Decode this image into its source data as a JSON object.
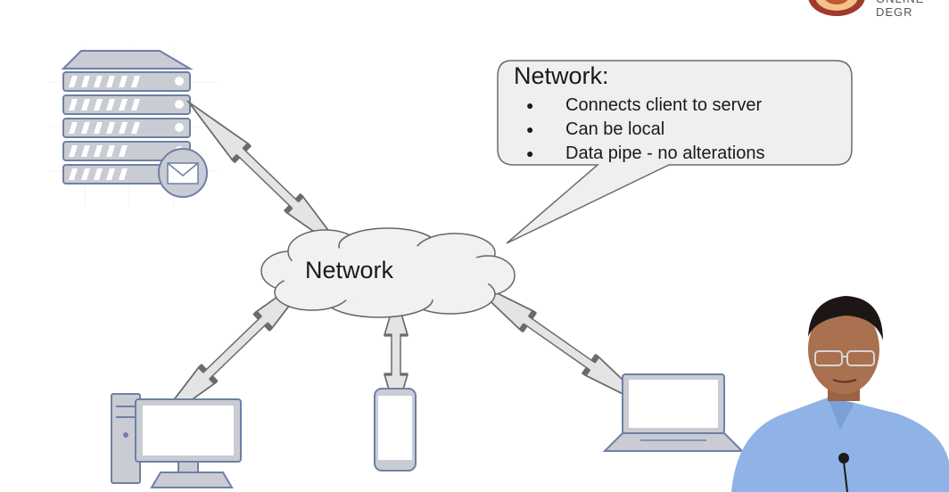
{
  "callout": {
    "title": "Network:",
    "bullets": [
      "Connects client to server",
      "Can be local",
      "Data pipe - no alterations"
    ]
  },
  "cloud": {
    "label": "Network"
  },
  "branding": {
    "text": "ONLINE DEGR"
  },
  "nodes": [
    "mail-server",
    "desktop-computer",
    "mobile-phone",
    "laptop"
  ],
  "colors": {
    "icon_fill": "#c9ccd3",
    "icon_stroke": "#6f7fa6",
    "cloud_fill": "#f1f1f1",
    "arrow_fill": "#e4e4e4",
    "callout_fill": "#efefef",
    "shirt": "#8fb3e6"
  }
}
